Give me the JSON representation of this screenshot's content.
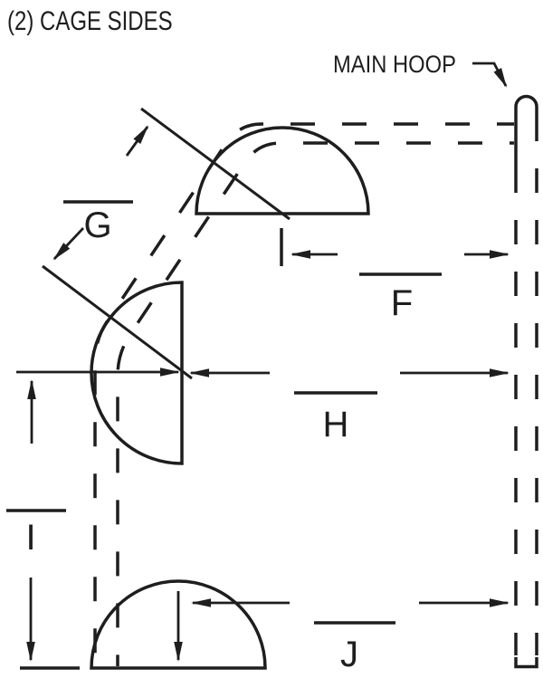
{
  "title": "(2) CAGE SIDES",
  "callout": {
    "main_hoop": "MAIN HOOP"
  },
  "dimension_labels": {
    "g": "G",
    "f": "F",
    "h": "H",
    "i": "I",
    "j": "J"
  },
  "colors": {
    "ink": "#1e1e1e",
    "background": "#ffffff"
  }
}
